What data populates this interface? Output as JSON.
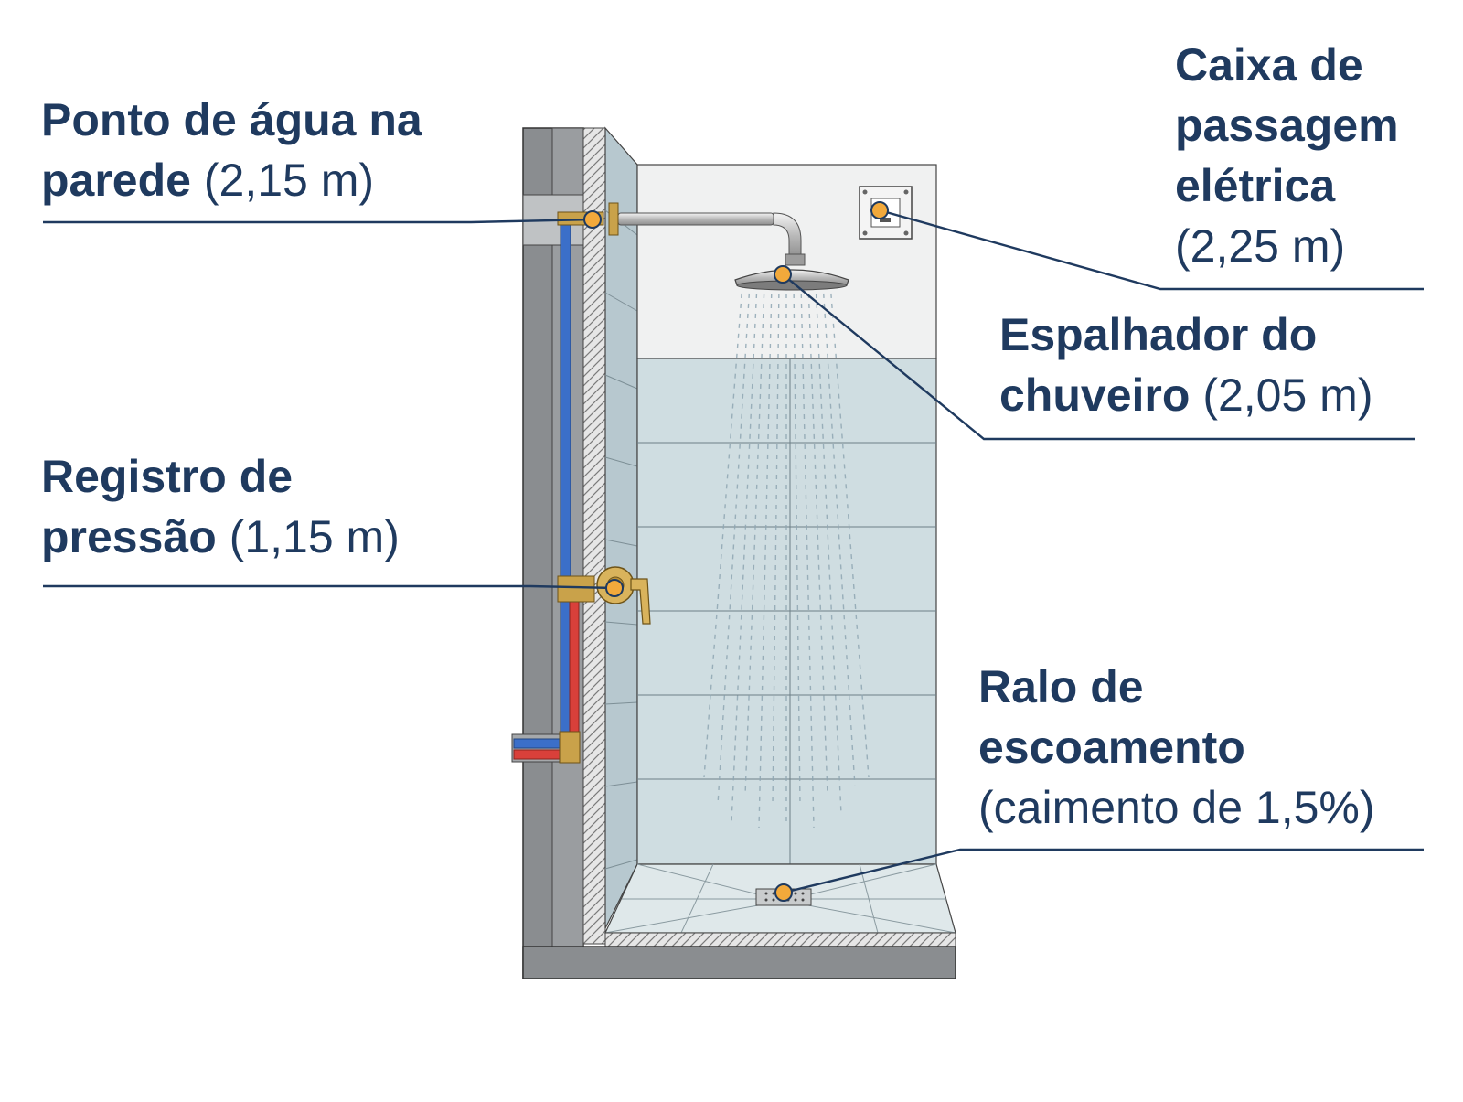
{
  "callouts": {
    "ponto_agua": {
      "title_line1": "Ponto de água na",
      "title_line2": "parede",
      "measure": "(2,15 m)"
    },
    "caixa_passagem": {
      "title_line1": "Caixa de",
      "title_line2": "passagem",
      "title_line3": "elétrica",
      "measure": "(2,25 m)"
    },
    "espalhador": {
      "title_line1": "Espalhador do",
      "title_line2": "chuveiro",
      "measure": "(2,05 m)"
    },
    "registro": {
      "title_line1": "Registro de",
      "title_line2": "pressão",
      "measure": "(1,15 m)"
    },
    "ralo": {
      "title_line1": "Ralo de",
      "title_line2": "escoamento",
      "measure": "(caimento de 1,5%)"
    }
  },
  "colors": {
    "label_text": "#1f3a5f",
    "leader_line": "#1f3a5f",
    "marker": "#f2a93b",
    "cold_pipe": "#3b6fc9",
    "hot_pipe": "#d9403a",
    "brass": "#c9a24a",
    "tile": "#cdd9de",
    "concrete": "#8a8d90"
  }
}
